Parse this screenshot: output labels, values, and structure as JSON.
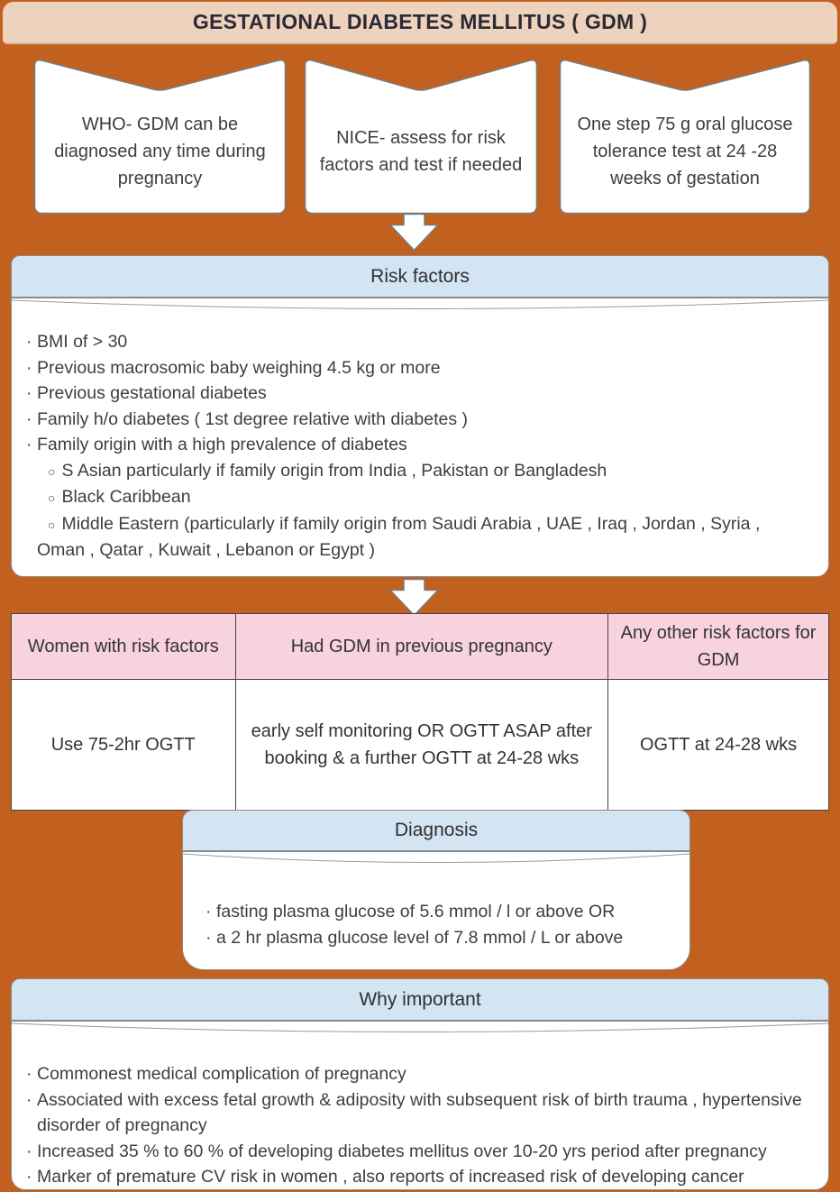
{
  "title_bar": {
    "title": "GESTATIONAL DIABETES MELLITUS ( GDM )"
  },
  "colors": {
    "background": "#C2611F",
    "title_bar": "#EDD2BE",
    "section_header": "#D3E4F3",
    "table_header": "#F8D2DC",
    "box_fill": "#FFFFFF",
    "text": "#3E3E3E"
  },
  "bullets": {
    "level1": "·",
    "level2": "○"
  },
  "top_boxes": [
    {
      "text": "WHO- GDM can be diagnosed any time during pregnancy"
    },
    {
      "text": "NICE- assess for risk factors and test if needed"
    },
    {
      "text": "One step 75 g oral glucose tolerance test at 24 -28 weeks of gestation"
    }
  ],
  "risk_factors": {
    "header": "Risk factors",
    "items": [
      {
        "level": 1,
        "text": "BMI of > 30"
      },
      {
        "level": 1,
        "text": "Previous macrosomic baby weighing 4.5 kg or more"
      },
      {
        "level": 1,
        "text": "Previous gestational diabetes"
      },
      {
        "level": 1,
        "text": "Family h/o diabetes ( 1st degree relative with diabetes )"
      },
      {
        "level": 1,
        "text": "Family origin with a high prevalence of diabetes"
      },
      {
        "level": 2,
        "text": "S Asian particularly if family origin from India , Pakistan or Bangladesh"
      },
      {
        "level": 2,
        "text": "Black Caribbean"
      },
      {
        "level": 2,
        "text": "Middle Eastern (particularly if family origin from Saudi Arabia , UAE , Iraq , Jordan , Syria , Oman , Qatar , Kuwait , Lebanon or Egypt )"
      }
    ]
  },
  "screening_table": {
    "headers": [
      "Women with risk factors",
      "Had GDM in previous pregnancy",
      "Any other risk factors for GDM"
    ],
    "row": [
      "Use 75-2hr OGTT",
      "early self monitoring OR OGTT ASAP after booking & a further OGTT at 24-28 wks",
      "OGTT at 24-28 wks"
    ]
  },
  "diagnosis": {
    "header": "Diagnosis",
    "items": [
      "fasting plasma glucose of 5.6 mmol / l or above OR",
      "a 2 hr plasma glucose level of 7.8 mmol / L or above"
    ]
  },
  "why_important": {
    "header": "Why important",
    "items": [
      "Commonest medical complication of pregnancy",
      "Associated with excess fetal growth & adiposity with subsequent risk of birth trauma , hypertensive disorder of pregnancy",
      "Increased 35 % to 60 % of developing diabetes mellitus over 10-20 yrs period after pregnancy",
      "Marker of premature CV risk in women , also reports of increased risk of developing cancer"
    ]
  }
}
